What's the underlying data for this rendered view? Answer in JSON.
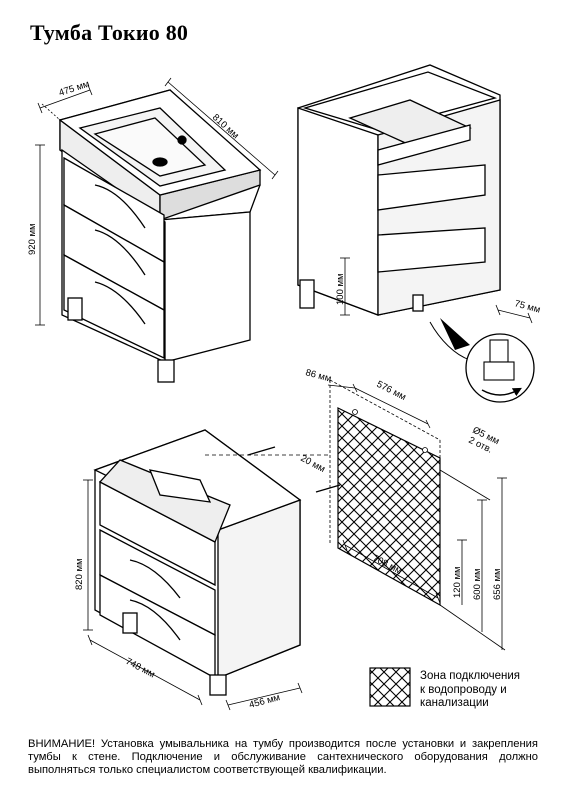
{
  "title": "Тумба Токио 80",
  "dimensions": {
    "depth_475": "475 мм",
    "width_810": "810 мм",
    "height_920": "920 мм",
    "leg_100": "100 мм",
    "offset_75": "75 мм",
    "height_820": "820 мм",
    "width_748": "748 мм",
    "depth_456": "456 мм",
    "offset_86": "86 мм",
    "span_576": "576 мм",
    "hole_d5": "Ø5 мм",
    "hole_count": "2 отв.",
    "offset_20": "20 мм",
    "zone_708": "708 мм",
    "zone_120": "120 мм",
    "zone_600": "600 мм",
    "zone_656": "656 мм"
  },
  "legend": {
    "line1": "Зона подключения",
    "line2": "к водопроводу и",
    "line3": "канализации"
  },
  "note": "ВНИМАНИЕ! Установка умывальника на тумбу производится после установки и закрепления тумбы к стене. Подключение и обслуживание сантехнического оборудования должно выполняться только специалистом соответствующей квалификации."
}
